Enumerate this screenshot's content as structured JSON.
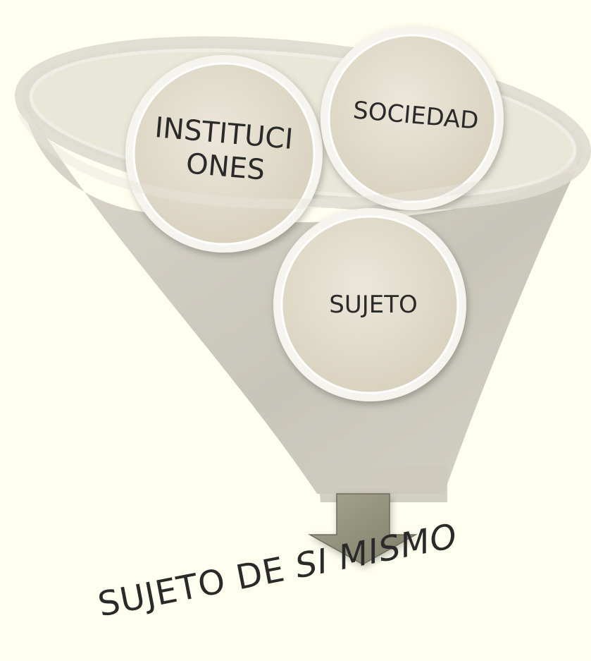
{
  "diagram": {
    "circles": [
      {
        "id": "instituciones",
        "lines": [
          "INSTITUCI",
          "ONES"
        ]
      },
      {
        "id": "sociedad",
        "lines": [
          "SOCIEDAD"
        ]
      },
      {
        "id": "sujeto",
        "lines": [
          "SUJETO"
        ]
      }
    ],
    "result": {
      "prefix": "SUJETO DE ",
      "emphasis": "SI MISMO"
    },
    "colors": {
      "background": "#fffff0",
      "funnel": "#c9c6bb",
      "circle_fill": "#e5dfd0",
      "circle_ring": "#f4f2ec",
      "arrow": "#8d8c78",
      "text": "#2a2a2a"
    }
  }
}
